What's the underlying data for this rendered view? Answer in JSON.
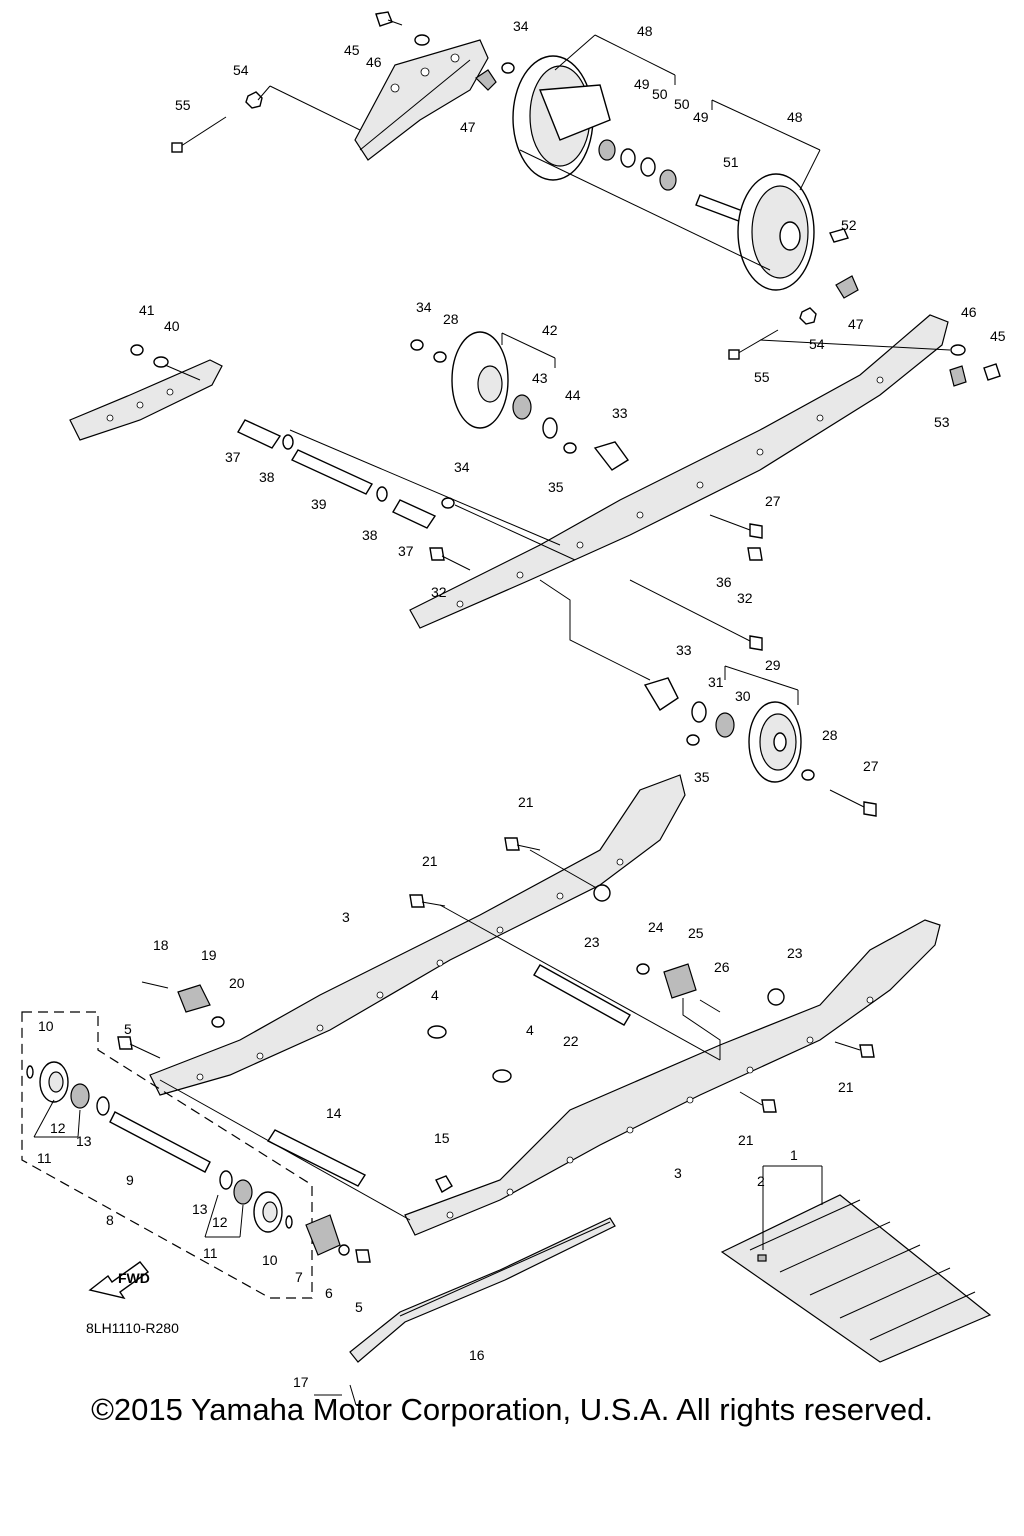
{
  "diagram": {
    "code": "8LH1110-R280",
    "fwd_label": "FWD",
    "copyright": "©2015 Yamaha Motor Corporation, U.S.A. All rights reserved.",
    "callouts": [
      "1",
      "2",
      "3",
      "3",
      "4",
      "4",
      "5",
      "5",
      "6",
      "7",
      "8",
      "9",
      "10",
      "10",
      "11",
      "11",
      "12",
      "12",
      "13",
      "13",
      "14",
      "15",
      "16",
      "17",
      "18",
      "19",
      "20",
      "21",
      "21",
      "21",
      "21",
      "22",
      "23",
      "23",
      "24",
      "25",
      "26",
      "27",
      "27",
      "28",
      "28",
      "29",
      "30",
      "31",
      "32",
      "32",
      "33",
      "33",
      "34",
      "34",
      "34",
      "35",
      "35",
      "36",
      "37",
      "37",
      "38",
      "38",
      "39",
      "40",
      "41",
      "42",
      "43",
      "44",
      "45",
      "45",
      "46",
      "46",
      "47",
      "47",
      "48",
      "48",
      "49",
      "49",
      "50",
      "50",
      "51",
      "52",
      "53",
      "54",
      "54",
      "55",
      "55"
    ]
  }
}
